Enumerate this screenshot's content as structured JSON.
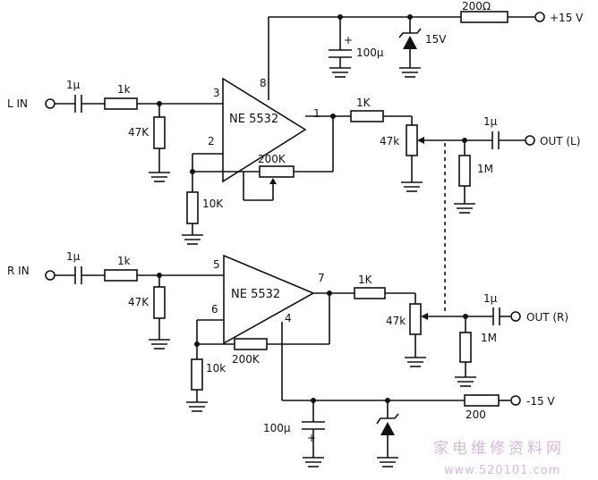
{
  "left_channel": {
    "input_label": "L IN",
    "output_label": "OUT (L)",
    "input_cap": "1μ",
    "input_res": "1k",
    "bias_res": "47K",
    "ic_label": "NE 5532",
    "pin_in_plus": "3",
    "pin_in_minus": "2",
    "pin_out": "1",
    "pin_vplus": "8",
    "ground_res": "10K",
    "feedback_res": "200K",
    "out_res": "1K",
    "volume_pot": "47k",
    "out_cap": "1μ",
    "load_res": "1M"
  },
  "right_channel": {
    "input_label": "R IN",
    "output_label": "OUT (R)",
    "input_cap": "1μ",
    "input_res": "1k",
    "bias_res": "47K",
    "ic_label": "NE 5532",
    "pin_in_plus": "5",
    "pin_in_minus": "6",
    "pin_out": "7",
    "pin_vminus": "4",
    "ground_res": "10k",
    "feedback_res": "200K",
    "out_res": "1K",
    "volume_pot": "47k",
    "out_cap": "1μ",
    "load_res": "1M"
  },
  "power_positive": {
    "label": "+15 V",
    "res": "200Ω",
    "cap": "100μ",
    "zener": "15V",
    "cap_plus": "+"
  },
  "power_negative": {
    "label": "-15 V",
    "res": "200",
    "cap": "100μ",
    "cap_plus": "+"
  },
  "watermark": {
    "text": "家电维修资料网",
    "url": "www.520101.com"
  }
}
